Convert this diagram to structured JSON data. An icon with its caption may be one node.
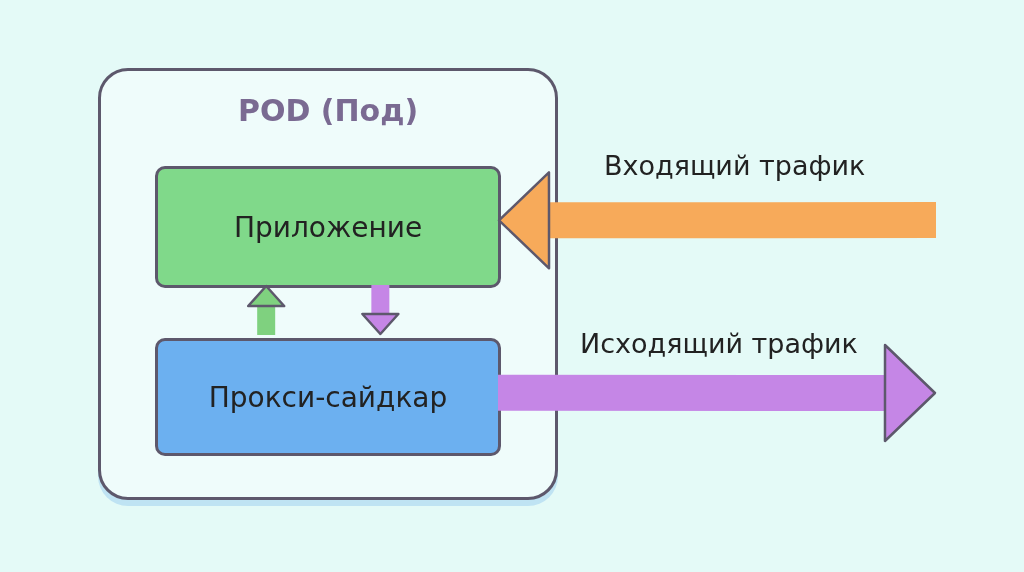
{
  "diagram": {
    "nodes": [
      {
        "text": [
          "POD (Под)"
        ]
      },
      {
        "text": [
          "Приложение"
        ],
        "in": 0
      },
      {
        "text": [
          "Прокси-сайдкар"
        ],
        "in": 0
      }
    ],
    "edges": [
      {
        "from": 2,
        "to": 1,
        "arrow": "to",
        "color": "#7fd17f"
      },
      {
        "from": 1,
        "to": 2,
        "arrow": "to"
      },
      {
        "from": null,
        "to": 1,
        "arrow": "to",
        "label": "Входящий трафик",
        "style": "thick",
        "color": "#f7aa5a"
      },
      {
        "from": 2,
        "to": null,
        "arrow": "to",
        "label": "Исходящий трафик",
        "style": "thick"
      }
    ]
  }
}
